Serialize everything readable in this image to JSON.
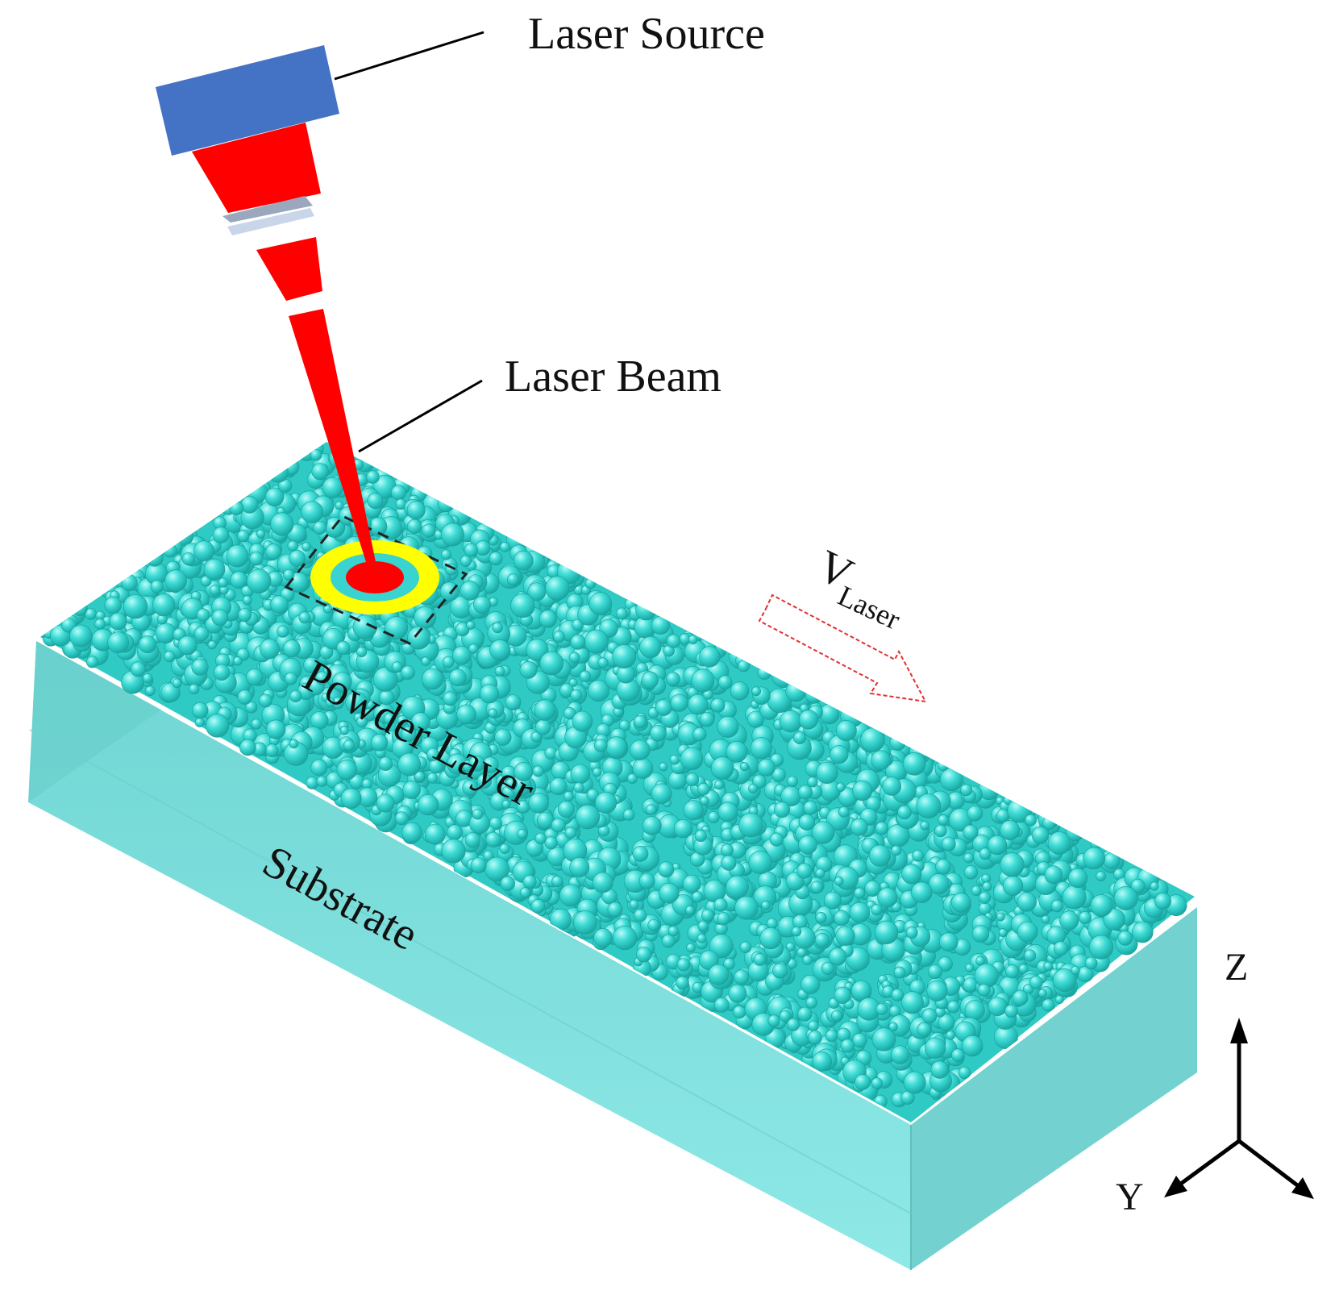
{
  "labels": {
    "laser_source": "Laser Source",
    "laser_beam": "Laser Beam",
    "powder_layer": "Powder Layer",
    "substrate": "Substrate",
    "velocity_main": "V",
    "velocity_sub": "Laser"
  },
  "axes": {
    "z": "Z",
    "y": "Y"
  },
  "colors": {
    "source_housing": "#4472c4",
    "laser": "#ff0000",
    "powder": "#33d6d0",
    "substrate_top": "#7fe3e0",
    "substrate_front": "#86e4e2",
    "substrate_side": "#6ecfcc",
    "melt_ring": "#ffff00",
    "lens": "#b9c6d9",
    "velocity_arrow": "#e03030"
  }
}
